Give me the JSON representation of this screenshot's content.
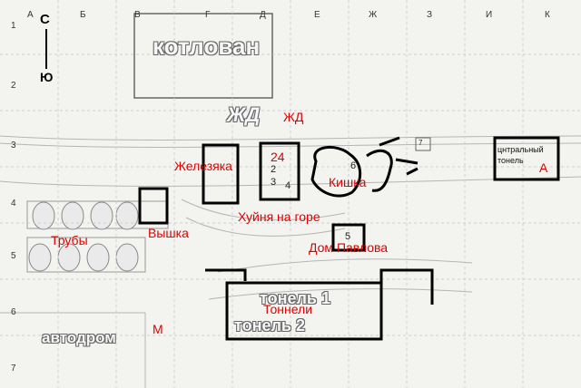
{
  "columns": [
    "А",
    "Б",
    "В",
    "Г",
    "Д",
    "Е",
    "Ж",
    "З",
    "И",
    "К"
  ],
  "rows": [
    "1",
    "2",
    "3",
    "4",
    "5",
    "6",
    "7"
  ],
  "compass": {
    "north": "С",
    "south": "Ю"
  },
  "base_map": {
    "kotlovan": "котлован",
    "zhd": "ЖД",
    "tonnel_1": "тонель 1",
    "tonnel_2": "тонель 2",
    "avtodrom": "автодром",
    "central_tunnel": [
      "цнтральный",
      "тонель"
    ]
  },
  "labels": {
    "zhd": "ЖД",
    "zhelezyaka": "Железяка",
    "n24": "24",
    "kishka": "Кишка",
    "huynya": "Хуйня на горе",
    "dom_pavlova": "Дом Павлова",
    "truby": "Трубы",
    "vyshka": "Вышка",
    "tonneli": "Тоннели",
    "m": "М",
    "a": "А"
  },
  "numbers": {
    "n2": "2",
    "n3": "3",
    "n4": "4",
    "n5": "5",
    "n6": "6",
    "n7": "7"
  },
  "colors": {
    "annotation": "#e00000",
    "outline": "#000000",
    "grid": "#c8c8c8"
  }
}
